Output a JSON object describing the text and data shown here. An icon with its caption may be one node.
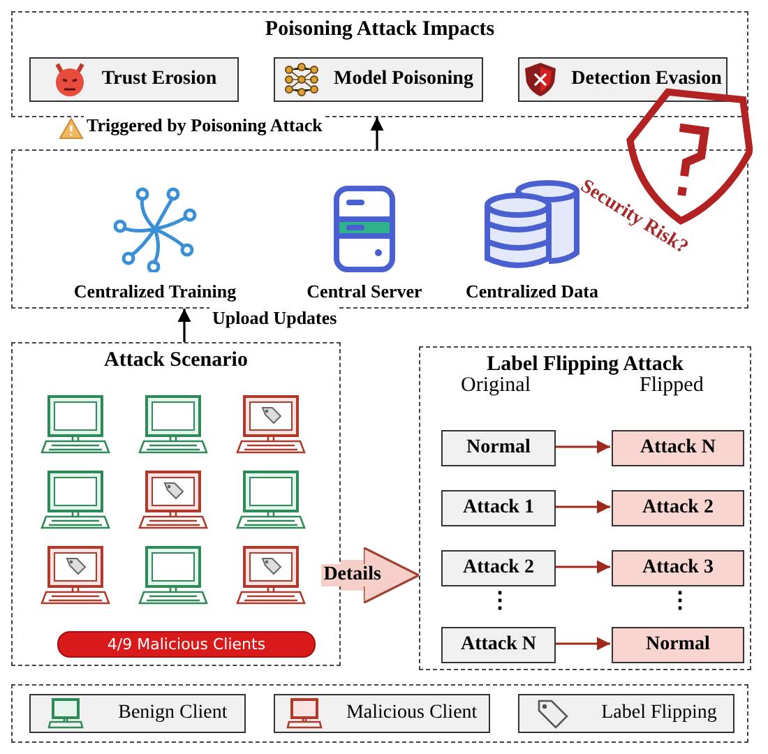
{
  "diagram": {
    "nodes": [
      {
        "text": [
          "Poisoning Attack Impacts"
        ]
      },
      {
        "text": [
          "Trust Erosion"
        ],
        "in": 0
      },
      {
        "text": [
          "Model Poisoning"
        ],
        "in": 0
      },
      {
        "text": [
          "Detection Evasion"
        ],
        "in": 0
      },
      {
        "text": [],
        "shape": "box"
      },
      {
        "text": [
          "Centralized Training"
        ],
        "in": 4
      },
      {
        "text": [
          "Central Server"
        ],
        "in": 4
      },
      {
        "text": [
          "Centralized Data"
        ],
        "in": 4
      },
      {
        "text": [
          "Attack Scenario"
        ]
      },
      {
        "text": [
          "4/9 Malicious Clients"
        ],
        "in": 8
      },
      {
        "text": [
          "Label Flipping Attack"
        ]
      },
      {
        "text": [
          "Normal"
        ],
        "in": 10
      },
      {
        "text": [
          "Attack N"
        ],
        "in": 10
      },
      {
        "text": [
          "Attack 1"
        ],
        "in": 10
      },
      {
        "text": [
          "Attack 2"
        ],
        "in": 10
      },
      {
        "text": [
          "Attack 2"
        ],
        "in": 10
      },
      {
        "text": [
          "Attack 3"
        ],
        "in": 10
      },
      {
        "text": [
          "Attack N"
        ],
        "in": 10
      },
      {
        "text": [
          "Normal"
        ],
        "in": 10
      }
    ],
    "edges": [
      {
        "from": 4,
        "to": 0,
        "arrow": "to",
        "label": "Triggered by Poisoning Attack",
        "color": "#000000"
      },
      {
        "from": 8,
        "to": 4,
        "arrow": "to",
        "label": "Upload Updates",
        "color": "#000000"
      },
      {
        "from": 8,
        "to": 10,
        "arrow": "to",
        "label": "Details",
        "style": "thick",
        "color": "#f6d0c8"
      },
      {
        "from": 11,
        "to": 12,
        "arrow": "to",
        "color": "#9e2a1c"
      },
      {
        "from": 13,
        "to": 14,
        "arrow": "to",
        "color": "#9e2a1c"
      },
      {
        "from": 15,
        "to": 16,
        "arrow": "to",
        "color": "#9e2a1c"
      },
      {
        "from": 17,
        "to": 18,
        "arrow": "to",
        "color": "#9e2a1c"
      }
    ],
    "labels": [
      "Security Risk?",
      "Original",
      "Flipped",
      "⋮",
      "⋮"
    ],
    "legend": [
      {
        "text": "Benign Client"
      },
      {
        "text": "Malicious Client"
      },
      {
        "text": "Label Flipping"
      }
    ]
  }
}
